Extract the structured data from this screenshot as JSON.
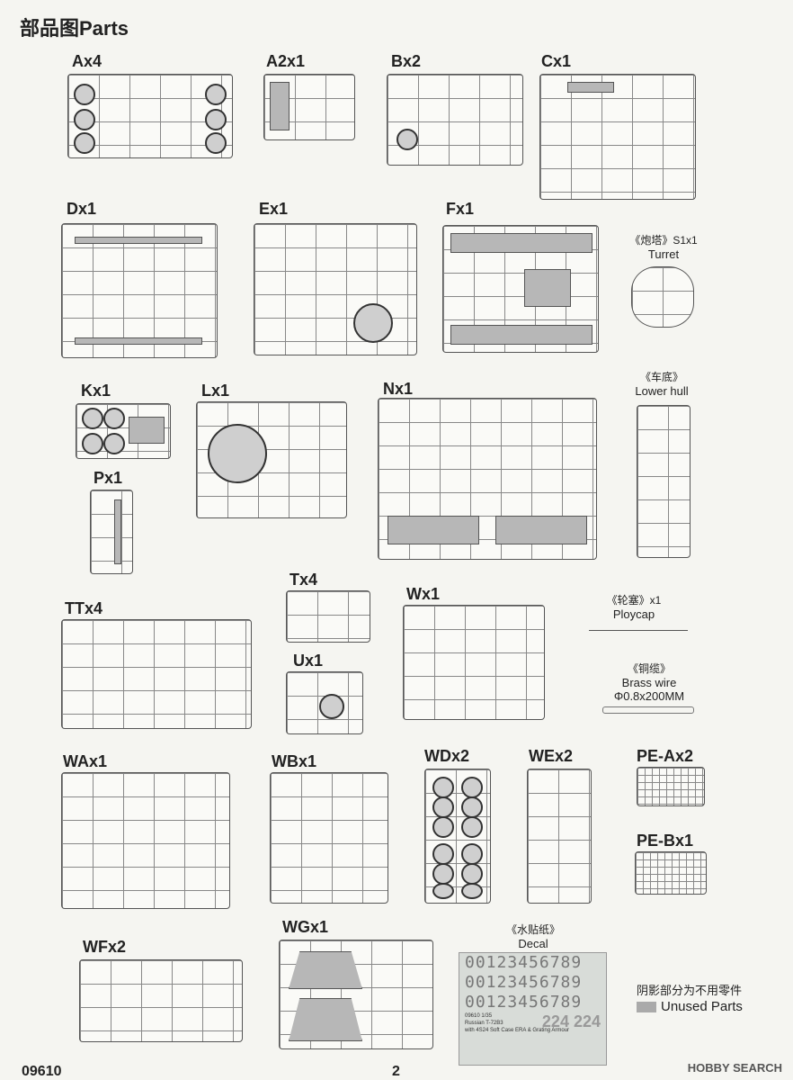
{
  "page_title": "部品图Parts",
  "sprues": [
    {
      "id": "A",
      "label": "Ax4"
    },
    {
      "id": "A2",
      "label": "A2x1"
    },
    {
      "id": "B",
      "label": "Bx2"
    },
    {
      "id": "C",
      "label": "Cx1"
    },
    {
      "id": "D",
      "label": "Dx1"
    },
    {
      "id": "E",
      "label": "Ex1"
    },
    {
      "id": "F",
      "label": "Fx1"
    },
    {
      "id": "K",
      "label": "Kx1"
    },
    {
      "id": "L",
      "label": "Lx1"
    },
    {
      "id": "N",
      "label": "Nx1"
    },
    {
      "id": "P",
      "label": "Px1"
    },
    {
      "id": "T",
      "label": "Tx4"
    },
    {
      "id": "TT",
      "label": "TTx4"
    },
    {
      "id": "U",
      "label": "Ux1"
    },
    {
      "id": "W",
      "label": "Wx1"
    },
    {
      "id": "WA",
      "label": "WAx1"
    },
    {
      "id": "WB",
      "label": "WBx1"
    },
    {
      "id": "WD",
      "label": "WDx2"
    },
    {
      "id": "WE",
      "label": "WEx2"
    },
    {
      "id": "PEA",
      "label": "PE-Ax2"
    },
    {
      "id": "PEB",
      "label": "PE-Bx1"
    },
    {
      "id": "WF",
      "label": "WFx2"
    },
    {
      "id": "WG",
      "label": "WGx1"
    }
  ],
  "notes": {
    "turret_cn": "《炮塔》S1x1",
    "turret_en": "Turret",
    "hull_cn": "《车底》",
    "hull_en": "Lower hull",
    "poly_cn": "《轮塞》x1",
    "poly_en": "Ploycap",
    "wire_cn": "《铜缆》",
    "wire_en": "Brass wire",
    "wire_size": "Φ0.8x200MM",
    "decal_cn": "《水贴纸》",
    "decal_en": "Decal"
  },
  "decal_sheet": {
    "rows": [
      "00123456789",
      "00123456789",
      "00123456789"
    ],
    "caption1": "09610 1/35",
    "caption2": "Russian T-72B3",
    "caption3": "with 4S24 Soft Case ERA & Grating Armour",
    "big_numbers": "224 224"
  },
  "legend": {
    "cn": "阴影部分为不用零件",
    "en": "Unused Parts",
    "swatch_color": "#aaaaaa"
  },
  "footer": {
    "kit_number": "09610",
    "page_number": "2"
  },
  "watermark": "HOBBY SEARCH"
}
